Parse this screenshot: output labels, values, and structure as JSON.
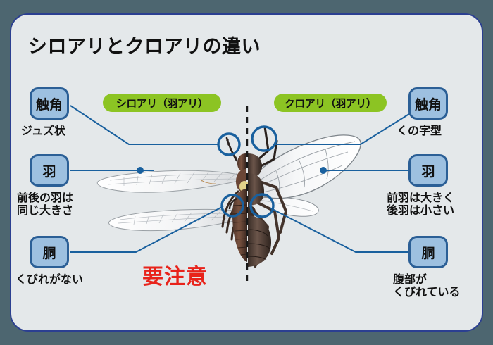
{
  "page": {
    "title": "シロアリとクロアリの違い",
    "background_color": "#4d6670",
    "card_color": "#e4e8ea",
    "card_border_color": "#2b3f91"
  },
  "tags": {
    "accent_green": "#8cc423",
    "termite": "シロアリ（羽アリ）",
    "ant": "クロアリ（羽アリ）"
  },
  "warning": {
    "text": "要注意",
    "color": "#e8231b"
  },
  "chip_style": {
    "fill": "#9dc0e0",
    "border": "#2b5f96"
  },
  "termite_side": {
    "features": [
      {
        "chip": "触角",
        "caption": "ジュズ状"
      },
      {
        "chip": "羽",
        "caption": "前後の羽は\n同じ大きさ"
      },
      {
        "chip": "胴",
        "caption": "くびれがない"
      }
    ]
  },
  "ant_side": {
    "features": [
      {
        "chip": "触角",
        "caption": "くの字型"
      },
      {
        "chip": "羽",
        "caption": "前羽は大きく\n後羽は小さい"
      },
      {
        "chip": "胴",
        "caption": "腹部が\nくびれている"
      }
    ]
  },
  "illustration": {
    "divider": "dashed-vertical-line",
    "left_half": "termite-alate",
    "right_half": "black-ant-alate",
    "highlight_circles": 4,
    "leader_dots": 2
  }
}
